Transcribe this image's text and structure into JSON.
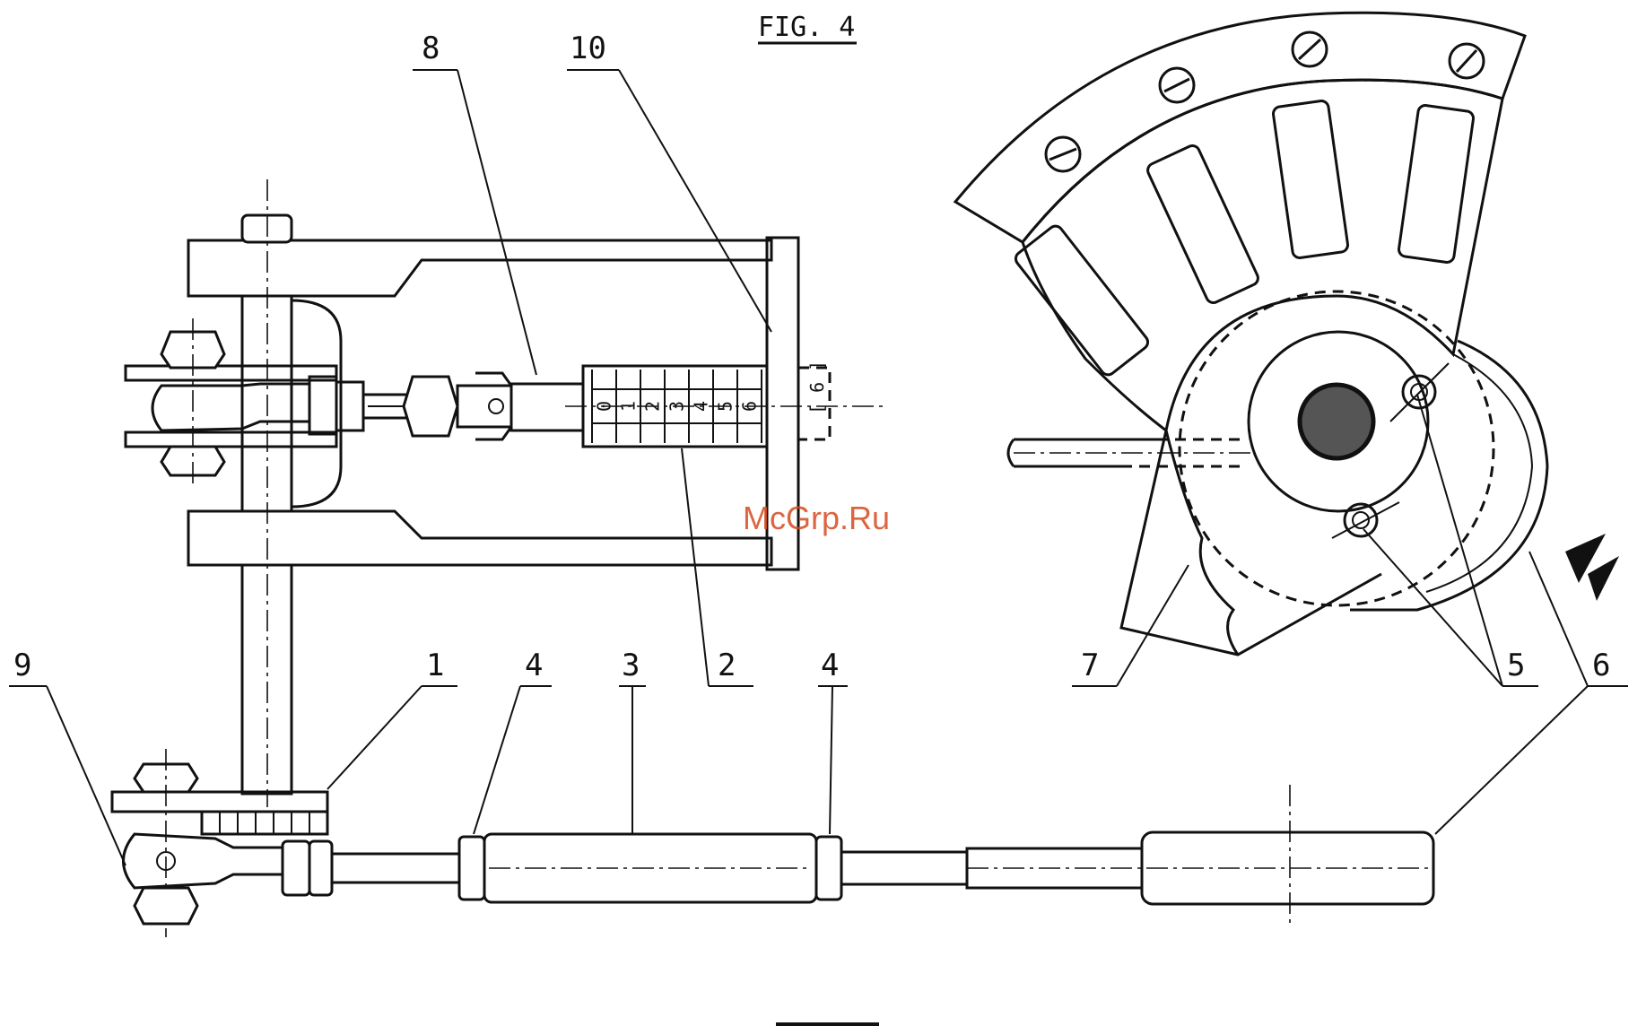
{
  "figure": {
    "title": "FIG. 4"
  },
  "watermark": {
    "text": "McGrp.Ru"
  },
  "callouts": [
    {
      "id": "8",
      "text": "8"
    },
    {
      "id": "10",
      "text": "10"
    },
    {
      "id": "2",
      "text": "2"
    },
    {
      "id": "9",
      "text": "9"
    },
    {
      "id": "1",
      "text": "1"
    },
    {
      "id": "4a",
      "text": "4"
    },
    {
      "id": "3",
      "text": "3"
    },
    {
      "id": "4b",
      "text": "4"
    },
    {
      "id": "7",
      "text": "7"
    },
    {
      "id": "5",
      "text": "5"
    },
    {
      "id": "6",
      "text": "6"
    }
  ],
  "scale": {
    "digits": [
      "0",
      "1",
      "2",
      "3",
      "4",
      "5",
      "6"
    ],
    "bracket_value": "[ 6 ]"
  },
  "colors": {
    "ink": "#111111",
    "watermark": "#d84a1f",
    "paper": "#ffffff"
  }
}
